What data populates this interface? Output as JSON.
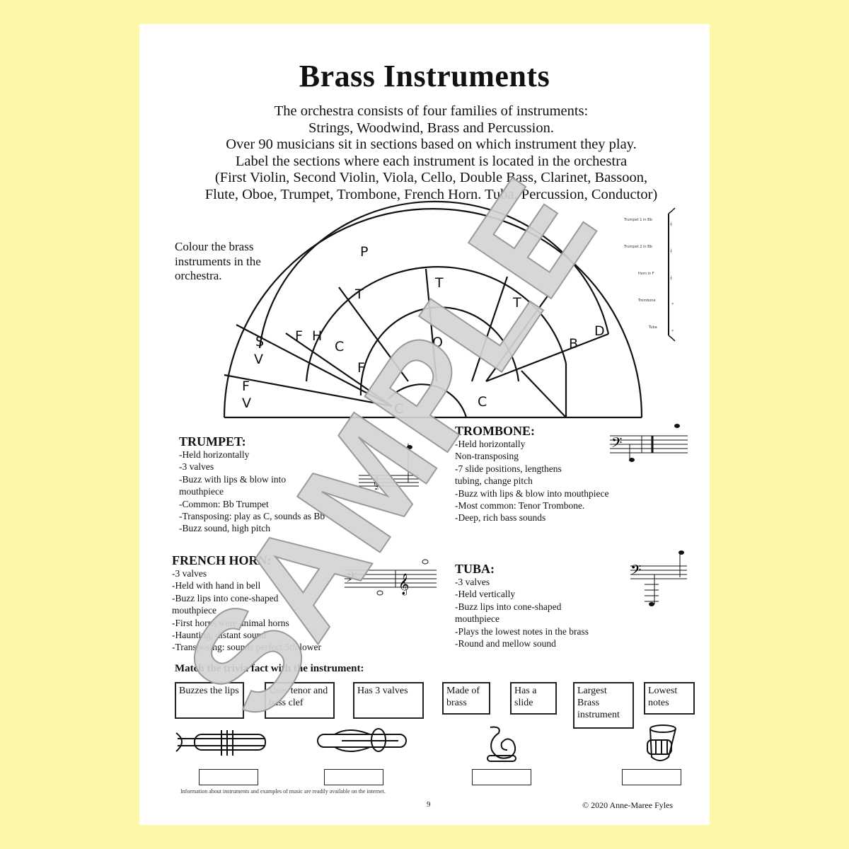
{
  "title": "Brass Instruments",
  "intro": [
    "The orchestra consists of four families of instruments:",
    "Strings, Woodwind, Brass and Percussion.",
    "Over 90 musicians sit in sections based on which instrument they play.",
    "Label the sections where each instrument is located in the orchestra",
    "(First Violin, Second Violin, Viola, Cello, Double Bass, Clarinet, Bassoon,",
    "Flute, Oboe, Trumpet, Trombone, French Horn. Tuba, Percussion, Conductor)"
  ],
  "colour_note": "Colour the brass instruments in the orchestra.",
  "orchestra_labels": {
    "p": "P",
    "t1": "T",
    "t2": "T",
    "t3": "T",
    "d": "D",
    "b": "B",
    "s": "S",
    "v1": "V",
    "f1": "F",
    "v2": "V",
    "f2": "F",
    "h": "H",
    "c1": "C",
    "f3": "F",
    "o": "O",
    "c2": "C",
    "c3": "C"
  },
  "staff_labels": [
    "Trumpet 1 in Bb",
    "Trumpet 2 in Bb",
    "Horn in F",
    "Trombone",
    "Tuba"
  ],
  "sections": {
    "trumpet": {
      "heading": "TRUMPET:",
      "lines": [
        "-Held horizontally",
        "-3 valves",
        "-Buzz with lips & blow into",
        "mouthpiece",
        "-Common: Bb Trumpet",
        "-Transposing: play as C, sounds as Bb",
        "-Buzz sound, high pitch"
      ]
    },
    "trombone": {
      "heading": "TROMBONE:",
      "lines": [
        "-Held horizontally",
        "Non-transposing",
        "-7 slide positions, lengthens",
        "tubing, change pitch",
        "-Buzz with lips & blow into mouthpiece",
        "-Most common: Tenor Trombone.",
        "-Deep, rich bass sounds"
      ]
    },
    "french_horn": {
      "heading": "FRENCH HORN:",
      "lines": [
        "-3 valves",
        "-Held with hand in bell",
        "-Buzz lips into cone-shaped",
        "mouthpiece",
        "-First horns were animal horns",
        "-Haunting, distant sound",
        "-Transposing: sounds perfect 5th lower"
      ]
    },
    "tuba": {
      "heading": "TUBA:",
      "lines": [
        "-3 valves",
        "-Held vertically",
        "-Buzz lips into cone-shaped",
        "mouthpiece",
        "-Plays the lowest notes in the brass",
        "-Round and mellow sound"
      ]
    }
  },
  "match_heading": "Match the trivia fact with the instrument:",
  "trivia": [
    "Buzzes the lips",
    "Uses tenor and bass clef",
    "Has 3 valves",
    "Made of brass",
    "Has a slide",
    "Largest Brass instrument",
    "Lowest notes"
  ],
  "instruments": [
    "trumpet-icon",
    "trombone-icon",
    "french-horn-icon",
    "tuba-icon"
  ],
  "footer_note": "Information about instruments and examples of music are readily available on the internet.",
  "page_number": "9",
  "copyright": "© 2020 Anne-Maree Fyles",
  "watermark": "SAMPLE",
  "colors": {
    "background": "#fdf7a8",
    "page": "#ffffff",
    "watermark": "#d4d4d4"
  }
}
